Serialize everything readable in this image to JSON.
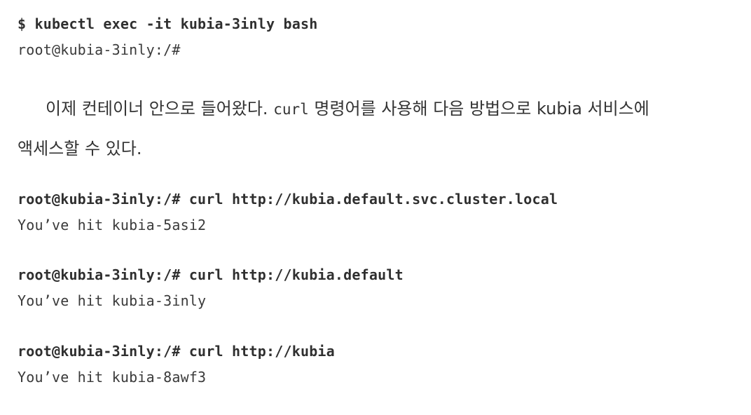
{
  "command1": "$ kubectl exec -it kubia-3inly bash",
  "prompt1": "root@kubia-3inly:/#",
  "paragraph": {
    "line1_a": "이제 컨테이너 안으로 들어왔다. ",
    "line1_code": "curl",
    "line1_b": " 명령어를 사용해 다음 방법으로 kubia 서비스에",
    "line2": "액세스할 수 있다."
  },
  "blocks": [
    {
      "command": "root@kubia-3inly:/# curl http://kubia.default.svc.cluster.local",
      "output": "You’ve hit kubia-5asi2"
    },
    {
      "command": "root@kubia-3inly:/# curl http://kubia.default",
      "output": "You’ve hit kubia-3inly"
    },
    {
      "command": "root@kubia-3inly:/# curl http://kubia",
      "output": "You’ve hit kubia-8awf3"
    }
  ]
}
